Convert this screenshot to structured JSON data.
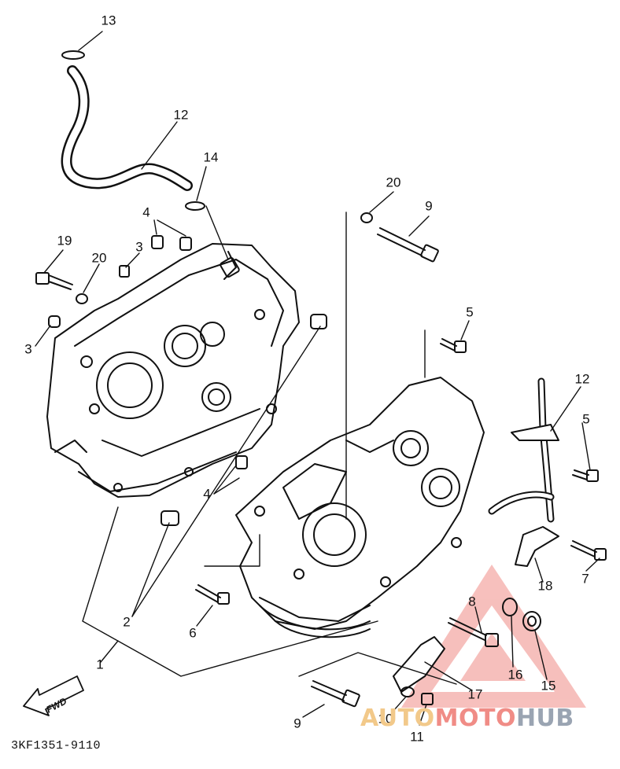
{
  "callouts": [
    {
      "id": "c1",
      "text": "1"
    },
    {
      "id": "c2",
      "text": "2"
    },
    {
      "id": "c3a",
      "text": "3"
    },
    {
      "id": "c3b",
      "text": "3"
    },
    {
      "id": "c4a",
      "text": "4"
    },
    {
      "id": "c4b",
      "text": "4"
    },
    {
      "id": "c5a",
      "text": "5"
    },
    {
      "id": "c5b",
      "text": "5"
    },
    {
      "id": "c6",
      "text": "6"
    },
    {
      "id": "c7",
      "text": "7"
    },
    {
      "id": "c8",
      "text": "8"
    },
    {
      "id": "c9a",
      "text": "9"
    },
    {
      "id": "c9b",
      "text": "9"
    },
    {
      "id": "c10",
      "text": "10"
    },
    {
      "id": "c11",
      "text": "11"
    },
    {
      "id": "c12a",
      "text": "12"
    },
    {
      "id": "c12b",
      "text": "12"
    },
    {
      "id": "c13",
      "text": "13"
    },
    {
      "id": "c14",
      "text": "14"
    },
    {
      "id": "c15",
      "text": "15"
    },
    {
      "id": "c16",
      "text": "16"
    },
    {
      "id": "c17",
      "text": "17"
    },
    {
      "id": "c18",
      "text": "18"
    },
    {
      "id": "c19",
      "text": "19"
    },
    {
      "id": "c20a",
      "text": "20"
    },
    {
      "id": "c20b",
      "text": "20"
    }
  ],
  "fwd_arrow": {
    "label": "FWD"
  },
  "part_code": "3KF1351-9110",
  "watermark": {
    "part1": "AUTO",
    "part2": "MOTO",
    "part3": "HUB",
    "colors": {
      "auto": "#f2c98a",
      "moto": "#f08c86",
      "hub": "#9aa4b2",
      "triangle": "#f08c86"
    }
  }
}
